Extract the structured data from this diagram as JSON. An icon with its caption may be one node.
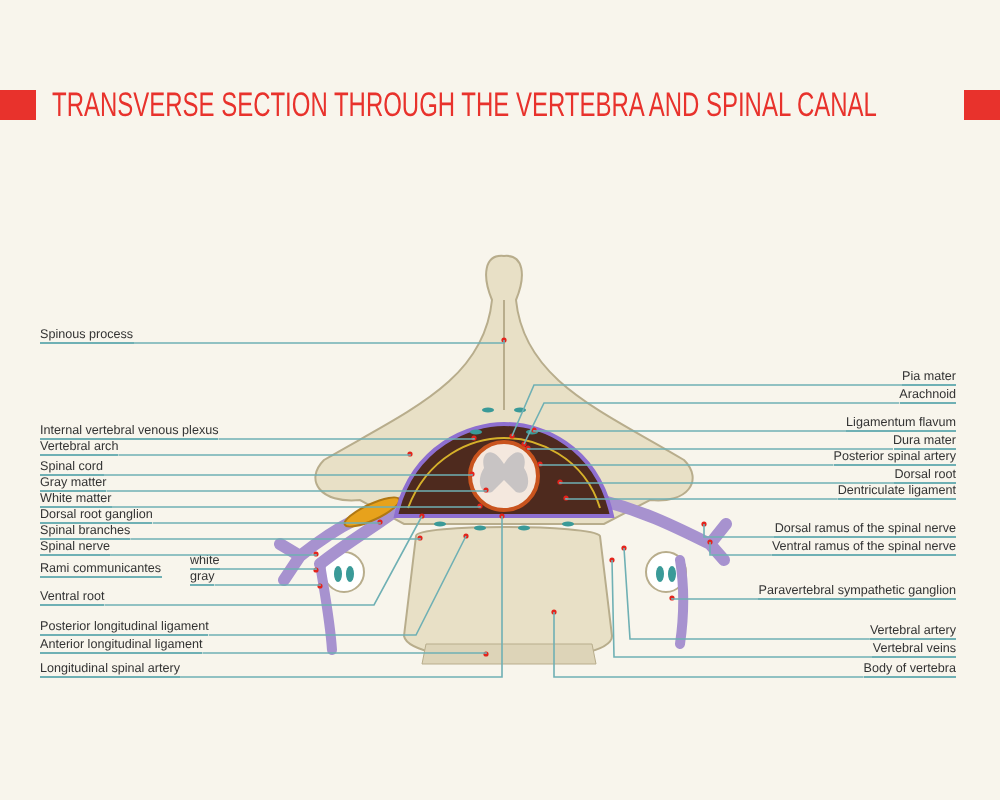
{
  "diagram": {
    "title": "TRANSVERSE SECTION THROUGH THE VERTEBRA AND SPINAL CANAL",
    "nodes": [
      {
        "text": [
          "Spinous process"
        ]
      },
      {
        "text": [
          "Internal vertebral venous plexus"
        ]
      },
      {
        "text": [
          "Vertebral arch"
        ]
      },
      {
        "text": [
          "Spinal cord"
        ]
      },
      {
        "text": [
          "Gray matter"
        ]
      },
      {
        "text": [
          "White matter"
        ]
      },
      {
        "text": [
          "Dorsal root ganglion"
        ]
      },
      {
        "text": [
          "Spinal branches"
        ]
      },
      {
        "text": [
          "Spinal nerve"
        ]
      },
      {
        "text": [
          "Rami communicantes"
        ]
      },
      {
        "text": [
          "white"
        ]
      },
      {
        "text": [
          "gray"
        ]
      },
      {
        "text": [
          "Ventral root"
        ]
      },
      {
        "text": [
          "Posterior longitudinal ligament"
        ]
      },
      {
        "text": [
          "Anterior longitudinal ligament"
        ]
      },
      {
        "text": [
          "Longitudinal spinal artery"
        ]
      },
      {
        "text": [
          "Pia mater"
        ]
      },
      {
        "text": [
          "Arachnoid"
        ]
      },
      {
        "text": [
          "Ligamentum flavum"
        ]
      },
      {
        "text": [
          "Dura mater"
        ]
      },
      {
        "text": [
          "Posterior spinal artery"
        ]
      },
      {
        "text": [
          "Dorsal root"
        ]
      },
      {
        "text": [
          "Dentriculate ligament"
        ]
      },
      {
        "text": [
          "Dorsal ramus of the spinal nerve"
        ]
      },
      {
        "text": [
          "Ventral ramus of the spinal nerve"
        ]
      },
      {
        "text": [
          "Paravertebral sympathetic ganglion"
        ]
      },
      {
        "text": [
          "Vertebral artery"
        ]
      },
      {
        "text": [
          "Vertebral veins"
        ]
      },
      {
        "text": [
          "Body of vertebra"
        ]
      }
    ],
    "edges": [
      {
        "from": 0,
        "to": null,
        "arrow": "none"
      },
      {
        "from": 1,
        "to": null,
        "arrow": "none"
      },
      {
        "from": 2,
        "to": null,
        "arrow": "none"
      },
      {
        "from": 3,
        "to": null,
        "arrow": "none"
      },
      {
        "from": 4,
        "to": null,
        "arrow": "none"
      },
      {
        "from": 5,
        "to": null,
        "arrow": "none"
      },
      {
        "from": 6,
        "to": null,
        "arrow": "none"
      },
      {
        "from": 7,
        "to": null,
        "arrow": "none"
      },
      {
        "from": 8,
        "to": null,
        "arrow": "none"
      },
      {
        "from": 10,
        "to": null,
        "arrow": "none"
      },
      {
        "from": 11,
        "to": null,
        "arrow": "none"
      },
      {
        "from": 12,
        "to": null,
        "arrow": "none"
      },
      {
        "from": 13,
        "to": null,
        "arrow": "none"
      },
      {
        "from": 14,
        "to": null,
        "arrow": "none"
      },
      {
        "from": 15,
        "to": null,
        "arrow": "none"
      },
      {
        "from": 16,
        "to": null,
        "arrow": "none"
      },
      {
        "from": 17,
        "to": null,
        "arrow": "none"
      },
      {
        "from": 18,
        "to": null,
        "arrow": "none"
      },
      {
        "from": 19,
        "to": null,
        "arrow": "none"
      },
      {
        "from": 20,
        "to": null,
        "arrow": "none"
      },
      {
        "from": 21,
        "to": null,
        "arrow": "none"
      },
      {
        "from": 22,
        "to": null,
        "arrow": "none"
      },
      {
        "from": 23,
        "to": null,
        "arrow": "none"
      },
      {
        "from": 24,
        "to": null,
        "arrow": "none"
      },
      {
        "from": 25,
        "to": null,
        "arrow": "none"
      },
      {
        "from": 26,
        "to": null,
        "arrow": "none"
      },
      {
        "from": 27,
        "to": null,
        "arrow": "none"
      },
      {
        "from": 28,
        "to": null,
        "arrow": "none"
      }
    ]
  }
}
